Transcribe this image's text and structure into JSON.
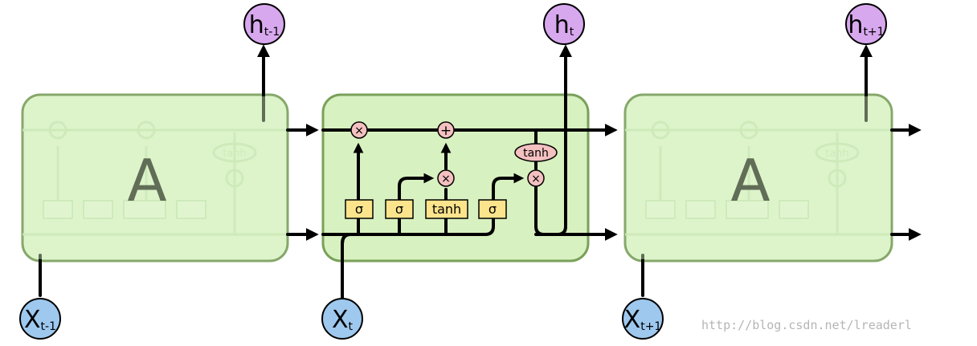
{
  "repeat_module_label": "A",
  "gates": {
    "forget_gate": "σ",
    "input_gate": "σ",
    "candidate_gate": "tanh",
    "output_gate": "σ",
    "cell_tanh": "tanh"
  },
  "ops": {
    "forget_multiply": "×",
    "cell_add": "+",
    "input_multiply": "×",
    "output_multiply": "×"
  },
  "outputs": [
    {
      "main": "h",
      "sub": "t-1"
    },
    {
      "main": "h",
      "sub": "t"
    },
    {
      "main": "h",
      "sub": "t+1"
    }
  ],
  "inputs": [
    {
      "main": "X",
      "sub": "t-1"
    },
    {
      "main": "X",
      "sub": "t"
    },
    {
      "main": "X",
      "sub": "t+1"
    }
  ],
  "watermark": "http://blog.csdn.net/lreaderl"
}
